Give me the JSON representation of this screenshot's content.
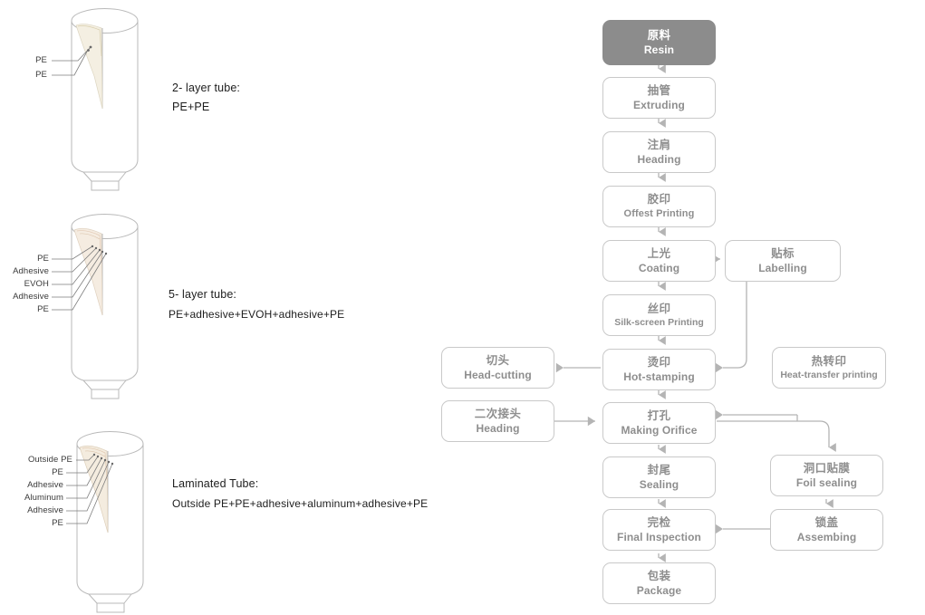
{
  "illustrations": [
    {
      "id": "two-layer-tube",
      "labels": [
        "PE",
        "PE"
      ],
      "title": "2-  layer tube:",
      "composition": "PE+PE"
    },
    {
      "id": "five-layer-tube",
      "labels": [
        "PE",
        "Adhesive",
        "EVOH",
        "Adhesive",
        "PE"
      ],
      "title": "5-  layer tube:",
      "composition": "PE+adhesive+EVOH+adhesive+PE"
    },
    {
      "id": "laminated-tube",
      "labels": [
        "Outside PE",
        "PE",
        "Adhesive",
        "Aluminum",
        "Adhesive",
        "PE"
      ],
      "title": "Laminated Tube:",
      "composition": "Outside PE+PE+adhesive+aluminum+adhesive+PE"
    }
  ],
  "flowchart": {
    "nodes": [
      {
        "id": "resin",
        "cn": "原料",
        "en": "Resin"
      },
      {
        "id": "extruding",
        "cn": "抽管",
        "en": "Extruding"
      },
      {
        "id": "heading",
        "cn": "注肩",
        "en": "Heading"
      },
      {
        "id": "offest",
        "cn": "胶印",
        "en": "Offest Printing"
      },
      {
        "id": "coating",
        "cn": "上光",
        "en": "Coating"
      },
      {
        "id": "labelling",
        "cn": "贴标",
        "en": "Labelling"
      },
      {
        "id": "silkscreen",
        "cn": "丝印",
        "en": "Silk-screen Printing"
      },
      {
        "id": "hotstamping",
        "cn": "烫印",
        "en": "Hot-stamping"
      },
      {
        "id": "headcutting",
        "cn": "切头",
        "en": "Head-cutting"
      },
      {
        "id": "heattransfer",
        "cn": "热转印",
        "en": "Heat-transfer printing"
      },
      {
        "id": "secondheading",
        "cn": "二次接头",
        "en": "Heading"
      },
      {
        "id": "makingorifice",
        "cn": "打孔",
        "en": "Making Orifice"
      },
      {
        "id": "sealing",
        "cn": "封尾",
        "en": "Sealing"
      },
      {
        "id": "foilsealing",
        "cn": "洞口贴膜",
        "en": "Foil sealing"
      },
      {
        "id": "finalinspect",
        "cn": "完检",
        "en": "Final Inspection"
      },
      {
        "id": "assembing",
        "cn": "锁盖",
        "en": "Assembing"
      },
      {
        "id": "package",
        "cn": "包装",
        "en": "Package"
      }
    ]
  },
  "colors": {
    "box_border": "#c9c9c9",
    "box_text": "#8e8e8e",
    "head_fill": "#8c8c8c",
    "connector": "#b4b4b4",
    "tube_outline": "#b9b9b9",
    "flap_fill": "#f3eddf"
  }
}
